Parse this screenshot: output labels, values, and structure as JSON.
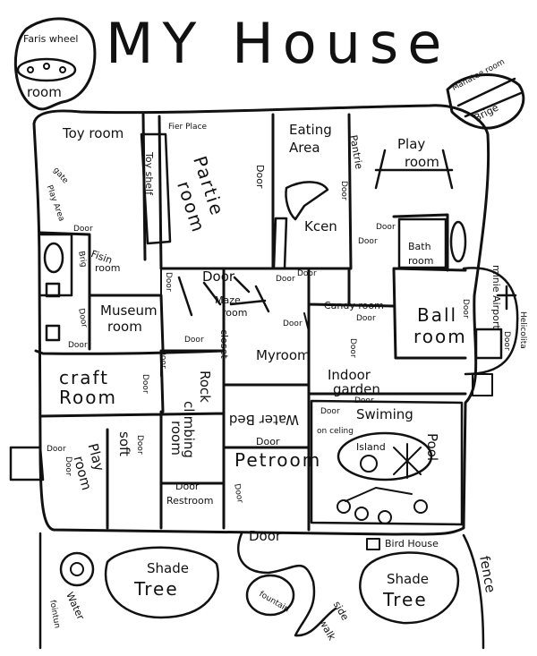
{
  "title": "MY House",
  "labels": {
    "ferris_wheel": "Faris wheel",
    "ferris_room": "room",
    "manatee_room": "Manatee room",
    "bridge": "Brige",
    "toy_room": "Toy room",
    "fireplace": "Fier Place",
    "toy_shelf": "Toy shelf",
    "party": "Partie",
    "party_room": "room",
    "door_party": "Door",
    "eating": "Eating",
    "area": "Area",
    "pantry": "Pantrie",
    "play_room_top": "Play",
    "play_room_top2": "room",
    "gate": "gate",
    "play_area": "Play Area",
    "door_kitchen": "Door",
    "kitchen": "Kcen",
    "door_k2": "Door",
    "door_bath": "Door",
    "bath": "Bath",
    "bath2": "room",
    "door_small1": "Door",
    "fishing": "Fisin",
    "fishing2": "room",
    "bridge_left": "Brig",
    "door_left1": "Door",
    "door_left2": "Door",
    "door_left3": "Door",
    "door_fish": "Door",
    "door_center": "Door",
    "maze": "Maze",
    "maze2": "room",
    "door_maze": "Door",
    "door_hall": "Door",
    "candy": "Candy room",
    "door_candy": "Door",
    "ball": "Ball",
    "ball2": "room",
    "door_ball": "Door",
    "mini_airport": "minie Airport",
    "door_airport": "Door",
    "heli": "Helicolita",
    "museum": "Museum",
    "museum2": "room",
    "door_museum": "Door",
    "closet": "closet",
    "myroom": "Myroom",
    "door_myroom": "Door",
    "craft": "craft",
    "craft2": "Room",
    "door_craft": "Door",
    "rock": "Rock",
    "climbing": "climbing",
    "climbing2": "room",
    "indoor": "Indoor",
    "garden": "garden",
    "door_garden": "Door",
    "water_bed": "Water Bed",
    "door_pool": "Door",
    "on_ceiling": "on celing",
    "swimming": "Swiming",
    "pool": "Pool",
    "island": "Island",
    "play_room_bottom": "Play",
    "play_room_bottom2": "room",
    "soft": "soft",
    "door_soft": "Door",
    "door_play": "Door",
    "door_pet": "Door",
    "pet_room": "Petroom",
    "door_rest": "Door",
    "restroom": "Restroom",
    "door_bottom": "Door",
    "door_bottom2": "Door",
    "bird_house": "Bird House",
    "shade_left": "Shade",
    "tree_left": "Tree",
    "shade_right": "Shade",
    "tree_right": "Tree",
    "water_fountain": "Water",
    "fountain": "fointun",
    "f_fountain": "fountain",
    "sidewalk": "side",
    "walk": "walk",
    "fence": "fence",
    "door_gate": "Door",
    "shelf_pantry": "Door"
  }
}
